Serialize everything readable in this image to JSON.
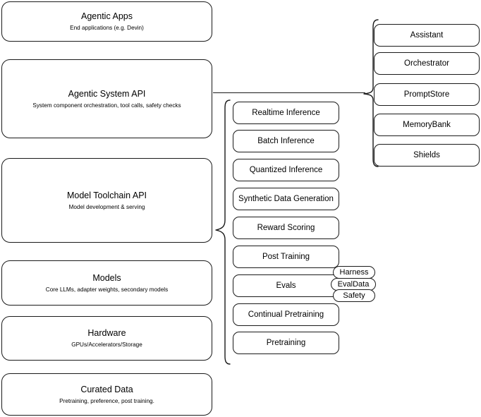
{
  "diagram": {
    "background": "#ffffff",
    "stroke_color": "#1a1a1a",
    "stack": [
      {
        "title": "Agentic Apps",
        "subtitle": "End applications (e.g. Devin)"
      },
      {
        "title": "Agentic System API",
        "subtitle": "System component orchestration, tool calls, safety checks"
      },
      {
        "title": "Model Toolchain API",
        "subtitle": "Model development & serving"
      },
      {
        "title": "Models",
        "subtitle": "Core LLMs, adapter weights, secondary models"
      },
      {
        "title": "Hardware",
        "subtitle": "GPUs/Accelerators/Storage"
      },
      {
        "title": "Curated Data",
        "subtitle": "Pretraining, preference, post training."
      }
    ],
    "toolchain_components": [
      {
        "label": "Realtime Inference"
      },
      {
        "label": "Batch Inference"
      },
      {
        "label": "Quantized Inference"
      },
      {
        "label": "Synthetic Data Generation"
      },
      {
        "label": "Reward Scoring"
      },
      {
        "label": "Post Training"
      },
      {
        "label": "Evals"
      },
      {
        "label": "Continual Pretraining"
      },
      {
        "label": "Pretraining"
      }
    ],
    "eval_subcomponents": [
      {
        "label": "Harness"
      },
      {
        "label": "EvalData"
      },
      {
        "label": "Safety"
      }
    ],
    "system_components": [
      {
        "label": "Assistant"
      },
      {
        "label": "Orchestrator"
      },
      {
        "label": "PromptStore"
      },
      {
        "label": "MemoryBank"
      },
      {
        "label": "Shields"
      }
    ]
  }
}
